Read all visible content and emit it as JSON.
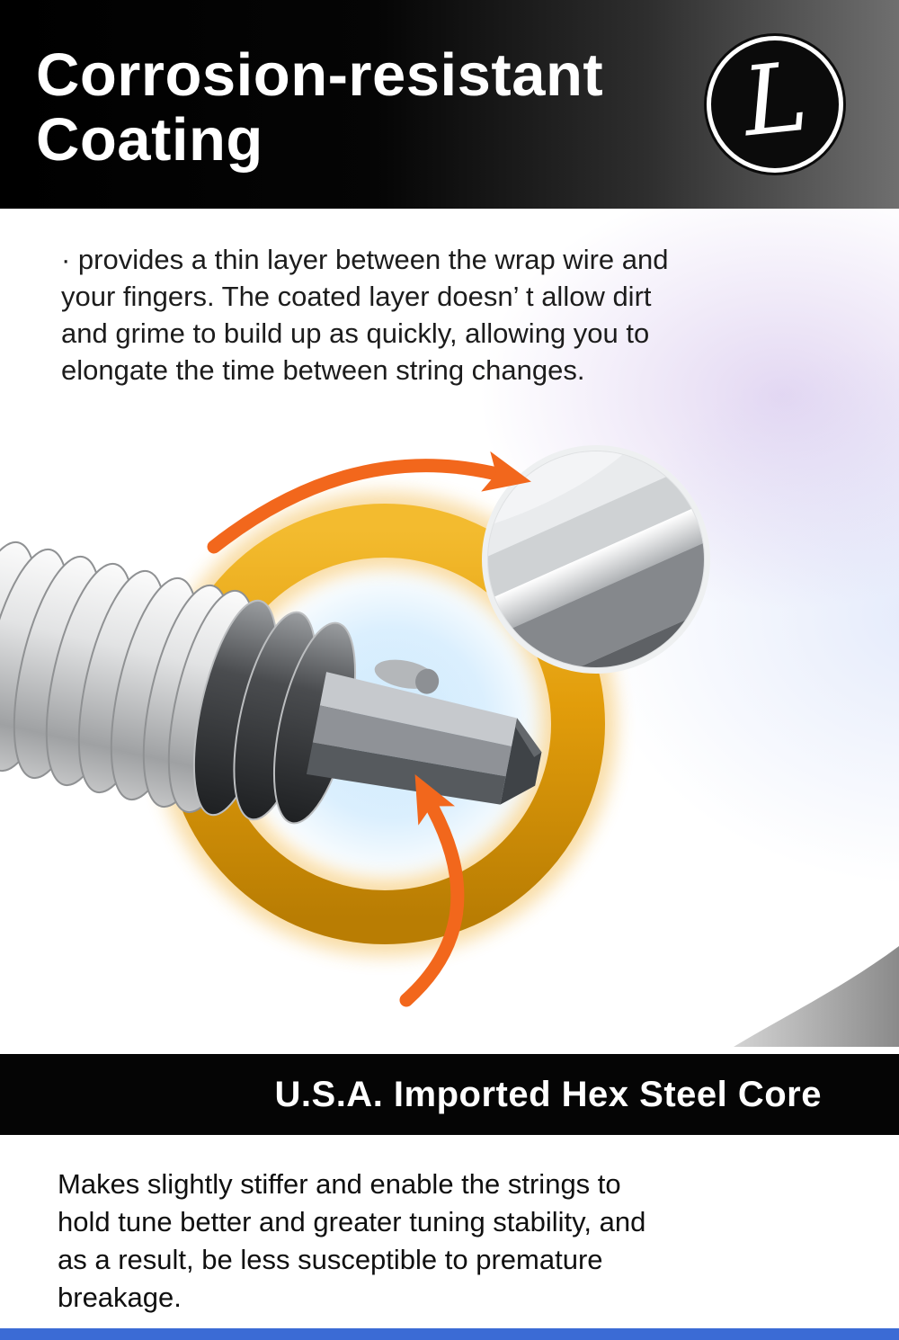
{
  "header": {
    "title_line1": "Corrosion-resistant",
    "title_line2": "Coating",
    "logo_letter": "L"
  },
  "intro_paragraph": {
    "lines": [
      "· provides a thin layer between the wrap wire and",
      "your fingers. The coated layer doesn’ t allow dirt",
      "and grime to build up as quickly, allowing you to",
      "elongate the time between string changes."
    ]
  },
  "core_banner": {
    "label": "U.S.A. Imported Hex Steel Core"
  },
  "outro_paragraph": {
    "lines": [
      "Makes slightly stiffer and enable the strings to",
      "hold tune better and greater tuning stability, and",
      "as a result, be less susceptible to premature",
      "breakage."
    ]
  },
  "illustration": {
    "elements": [
      "wound-string",
      "dark-coating-wraps",
      "hex-steel-core",
      "gold-highlight-ring",
      "coating-magnifier-detail",
      "curved-annotation-arrows",
      "corner-swoosh"
    ],
    "colors": {
      "arrow_orange": "#F2671C",
      "ring_gold": "#E29D0B",
      "glow_blue": "#CFEAFD"
    }
  },
  "colors": {
    "header_gradient_start": "#000000",
    "header_gradient_end": "#6F6F6F",
    "banner_background": "#050505",
    "bottom_accent_blue": "#3B6BD5",
    "text_dark": "#1C1C1C"
  }
}
